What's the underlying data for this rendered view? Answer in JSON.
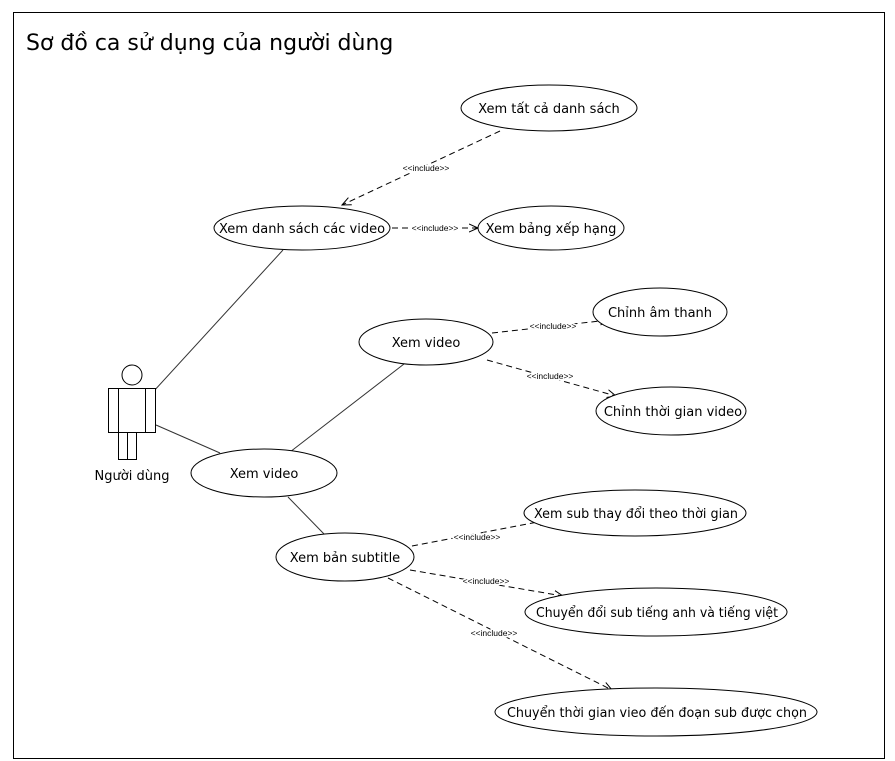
{
  "title": "Sơ đồ ca sử dụng của người dùng",
  "actor": {
    "label": "Người dùng"
  },
  "stereotype": "<<include>>",
  "use_cases": {
    "view_all_lists": "Xem tất cả danh sách",
    "view_video_list": "Xem danh sách các video",
    "view_ranking": "Xem bảng xếp hạng",
    "watch_video_sub": "Xem video",
    "adjust_sound": "Chỉnh âm thanh",
    "adjust_video_time": "Chỉnh thời gian video",
    "watch_video": "Xem video",
    "view_subtitle": "Xem bản subtitle",
    "sub_changes_over_time": "Xem sub thay đổi theo thời gian",
    "switch_sub_language": "Chuyển đổi sub tiếng anh và tiếng việt",
    "jump_to_sub_segment": "Chuyển thời gian vieo đến đoạn sub được chọn"
  }
}
